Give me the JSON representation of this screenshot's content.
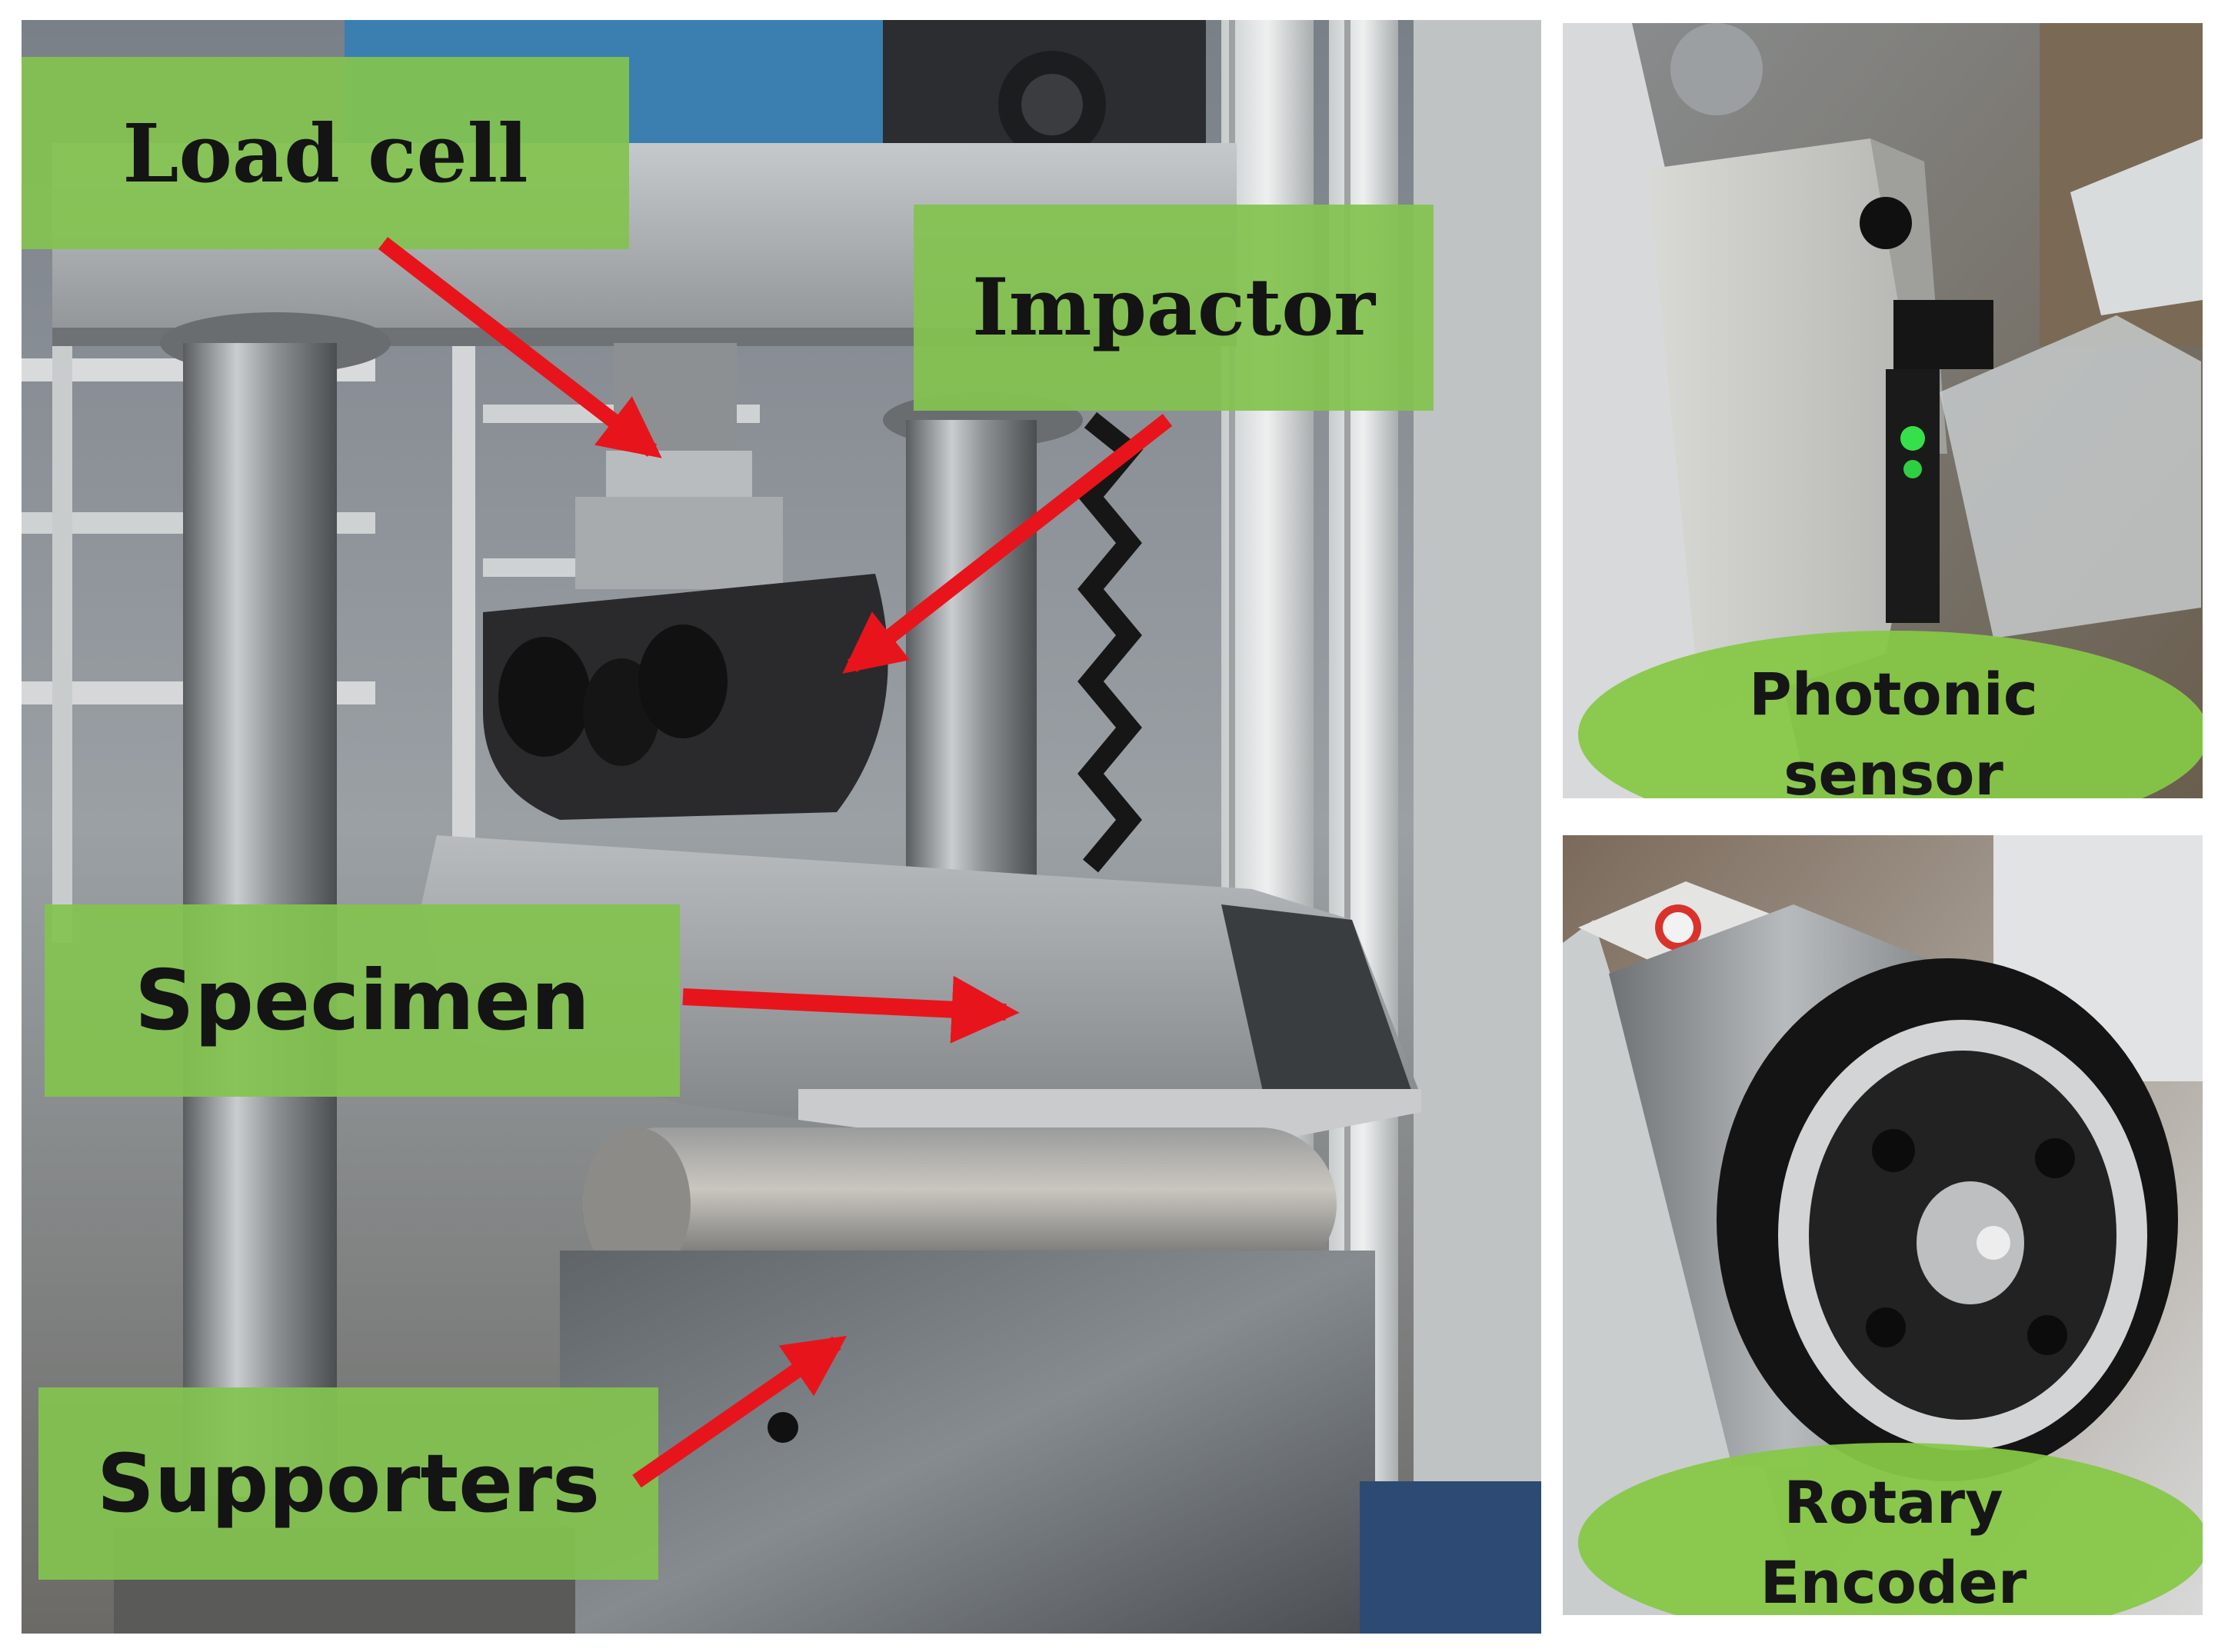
{
  "labels": {
    "load_cell": "Load cell",
    "impactor": "Impactor",
    "specimen": "Specimen",
    "supporters": "Supporters",
    "photonic_line1": "Photonic",
    "photonic_line2": "sensor",
    "rotary_line1": "Rotary",
    "rotary_line2": "Encoder"
  },
  "colors": {
    "label_green": "#83c350",
    "arrow_red": "#e8141c",
    "label_text": "#141414"
  }
}
